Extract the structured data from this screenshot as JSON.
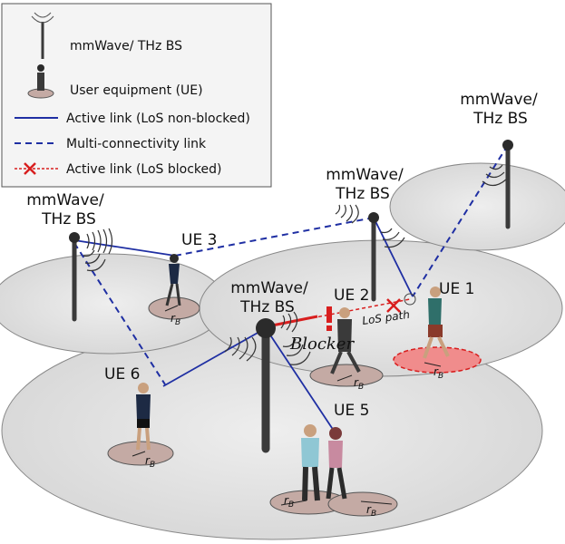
{
  "legend": {
    "bs_label": "mmWave/ THz BS",
    "ue_label": "User equipment (UE)",
    "active_label": "Active link (LoS non-blocked)",
    "multi_label": "Multi-connectivity link",
    "blocked_label": "Active link (LoS blocked)"
  },
  "base_stations": {
    "bs_line1": "mmWave/",
    "bs_line2": "THz BS"
  },
  "users": {
    "ue1": "UE 1",
    "ue2": "UE 2",
    "ue3": "UE 3",
    "ue5": "UE 5",
    "ue6": "UE 6",
    "rb_r": "r",
    "rb_sub": "B"
  },
  "annotations": {
    "blocker": "Blocker",
    "los_path": "LoS path"
  },
  "colors": {
    "active_link": "#1f2fa3",
    "multi_link": "#1f2fa3",
    "blocked_link": "#d81e1e",
    "cell_fill": "#e4e4e4",
    "ue_disc": "#c4aaa4",
    "blocked_disc": "#f08c8c",
    "tower": "#3a3a3a"
  }
}
